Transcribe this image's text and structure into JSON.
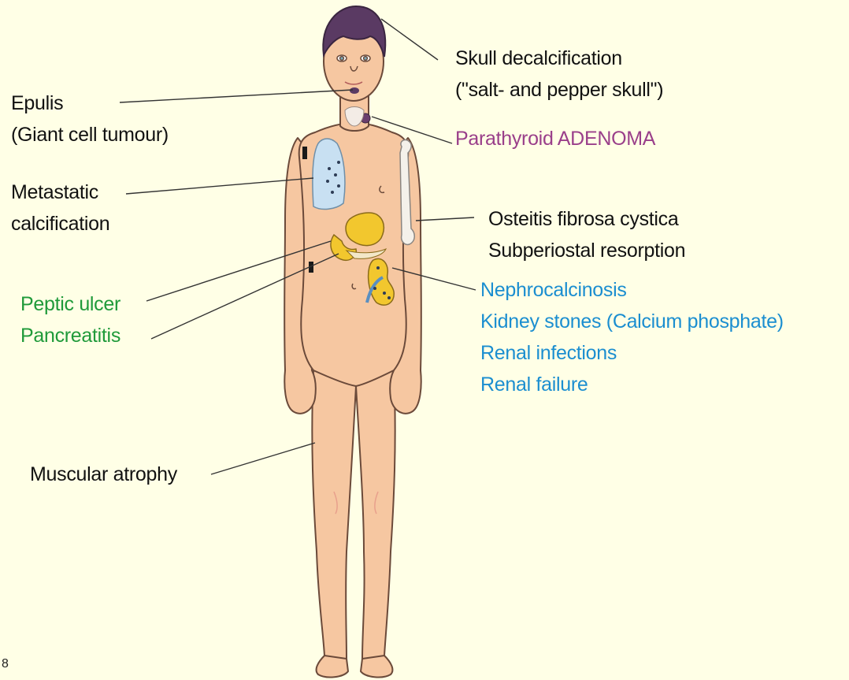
{
  "labels": {
    "skull": [
      "Skull decalcification",
      "(\"salt- and pepper skull\")"
    ],
    "epulis": [
      "Epulis",
      "(Giant cell tumour)"
    ],
    "parathyroid": [
      "Parathyroid ADENOMA"
    ],
    "metastatic": [
      "Metastatic",
      "calcification"
    ],
    "osteitis": [
      "Osteitis fibrosa cystica",
      "Subperiostal resorption"
    ],
    "renal": [
      "Nephrocalcinosis",
      "Kidney stones (Calcium phosphate)",
      "Renal infections",
      "Renal failure"
    ],
    "gi": [
      "Peptic ulcer",
      "Pancreatitis"
    ],
    "muscle": [
      "Muscular atrophy"
    ]
  },
  "page_number": "8",
  "colors": {
    "background": "#ffffe6",
    "skin": "#f6c7a1",
    "hair": "#5a3a63",
    "lung": "#c8e0f2",
    "stomach": "#f2c72e",
    "kidney": "#f2c72e",
    "label_black": "#111111",
    "label_purple": "#9a3f8a",
    "label_green": "#1f9a3a",
    "label_blue": "#1b8ed0"
  }
}
